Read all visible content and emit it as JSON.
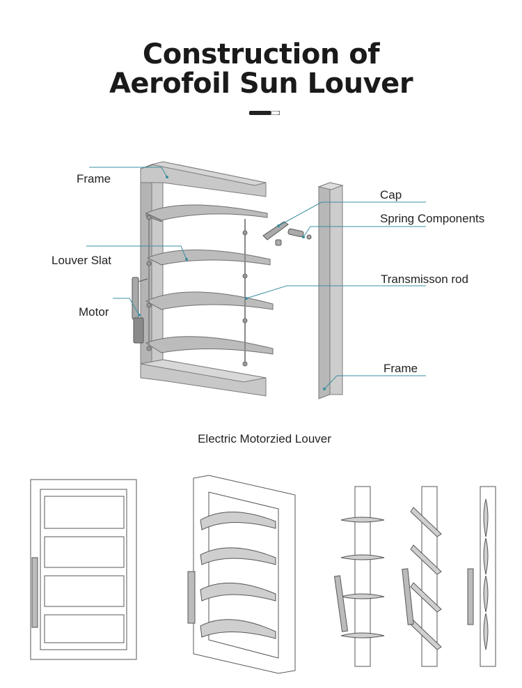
{
  "title": {
    "line1": "Construction of",
    "line2": "Aerofoil Sun Louver"
  },
  "labels": {
    "frame_left": "Frame",
    "louver_slat": "Louver Slat",
    "motor": "Motor",
    "cap": "Cap",
    "spring_components": "Spring Components",
    "transmission_rod": "Transmisson rod",
    "frame_right": "Frame"
  },
  "caption": "Electric Motorzied Louver",
  "colors": {
    "leader_line": "#3a8fa0",
    "frame_fill": "#c4c4c4",
    "frame_stroke": "#7a7a7a",
    "slat_fill": "#b8b8b8",
    "title_text": "#1a1a1a"
  },
  "icons": {
    "divider": "pill-divider"
  }
}
